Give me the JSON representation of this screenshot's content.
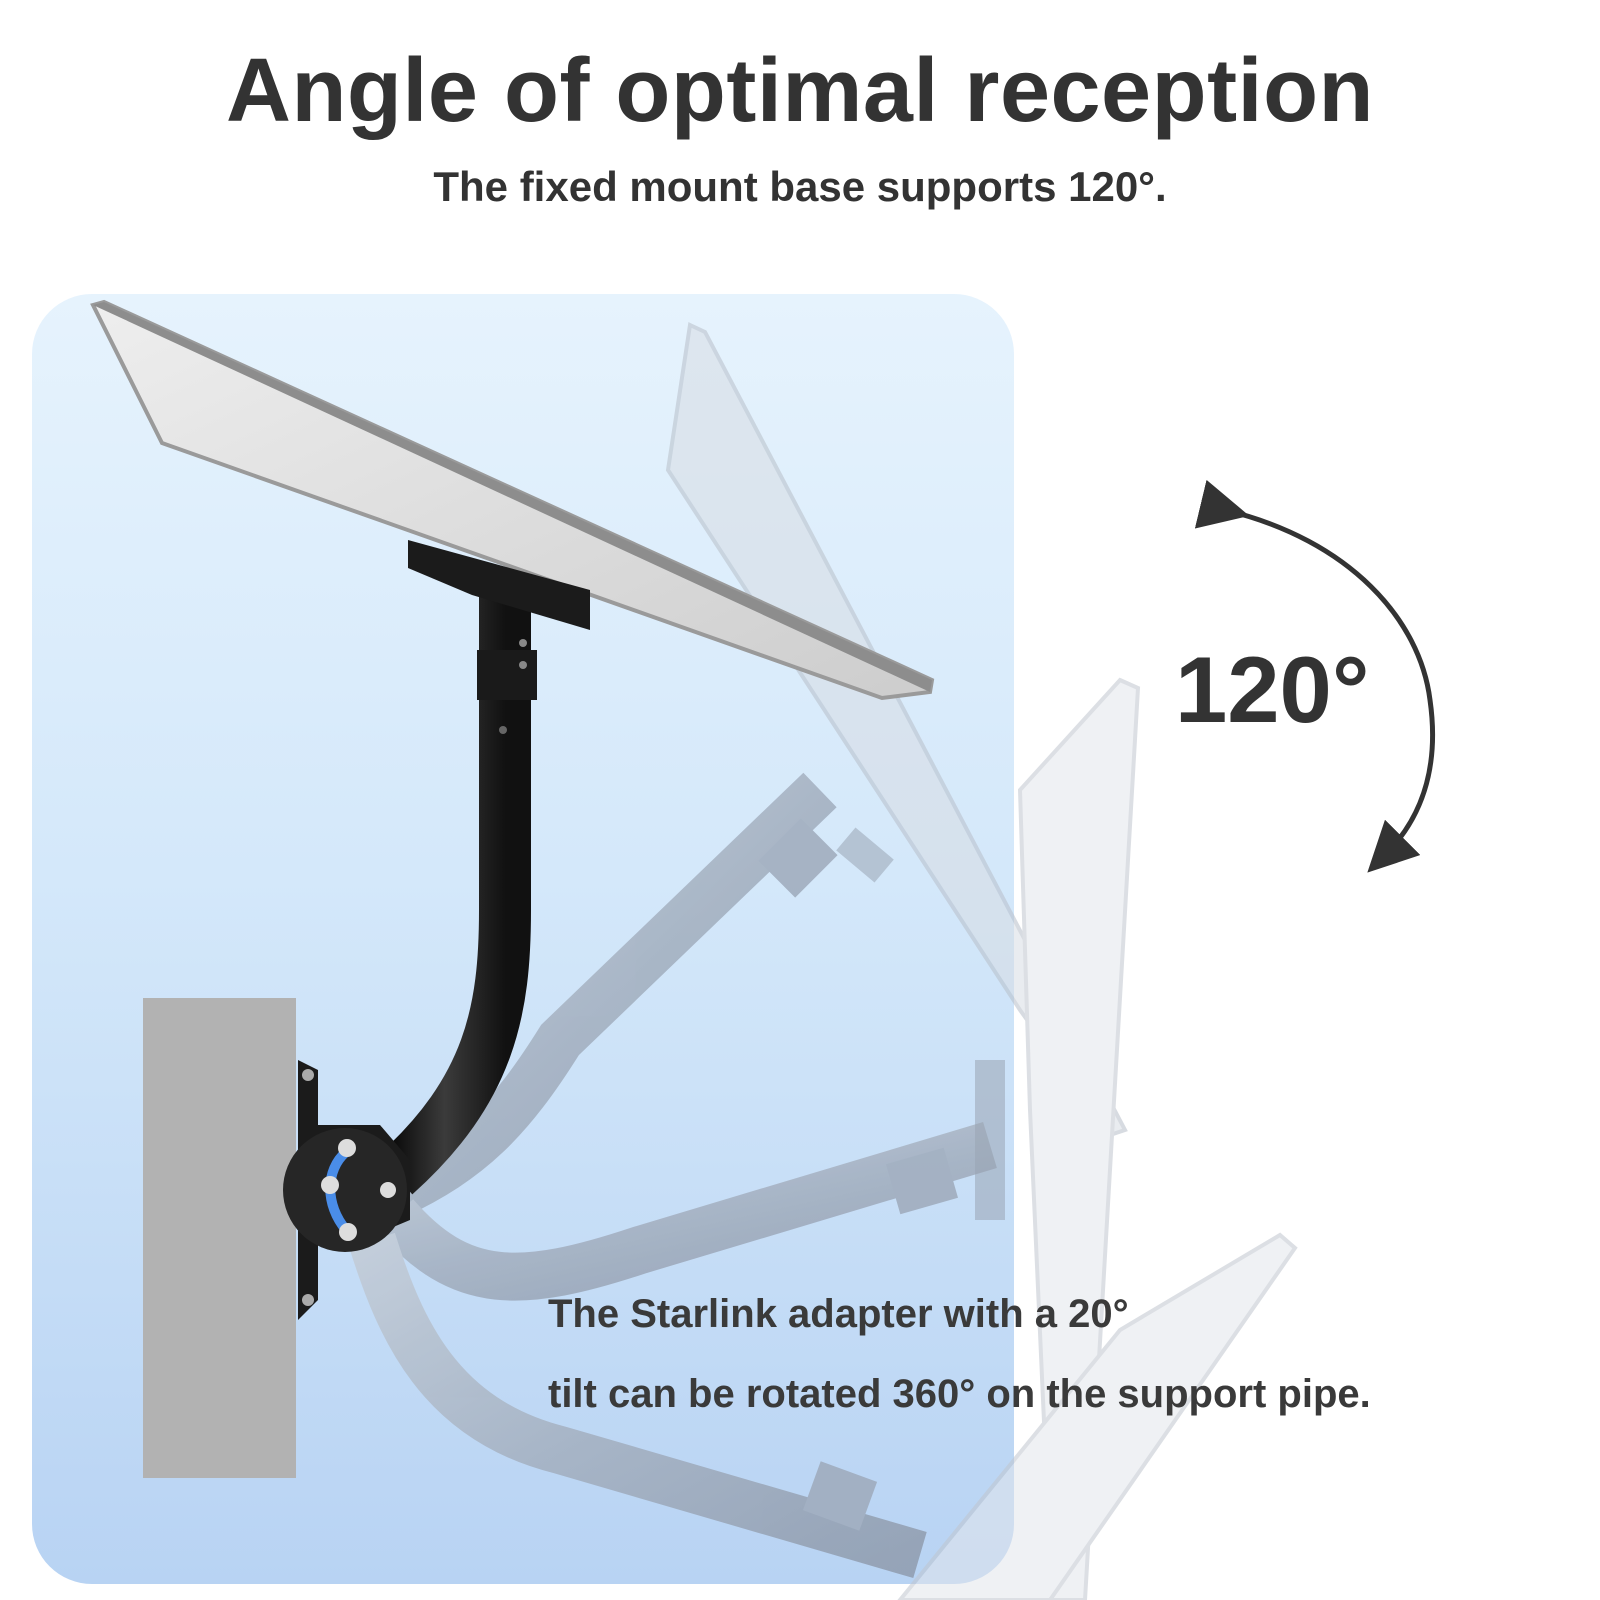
{
  "header": {
    "title": "Angle of optimal reception",
    "subtitle": "The fixed mount base supports 120°."
  },
  "rotation": {
    "angle_label": "120°"
  },
  "caption": {
    "line1": "The Starlink adapter with a 20°",
    "line2": "tilt can be rotated 360° on the support pipe."
  },
  "colors": {
    "text": "#333333",
    "panel_top": "#e6f3fd",
    "panel_bottom": "#b8d3f3",
    "wall": "#b2b2b2",
    "black_pipe": "#1c1c1c",
    "ghost_pipe": "#a9b4c2",
    "dish": "#d9d9d9",
    "arrow": "#333333",
    "pivot_arc": "#4a8de8"
  }
}
